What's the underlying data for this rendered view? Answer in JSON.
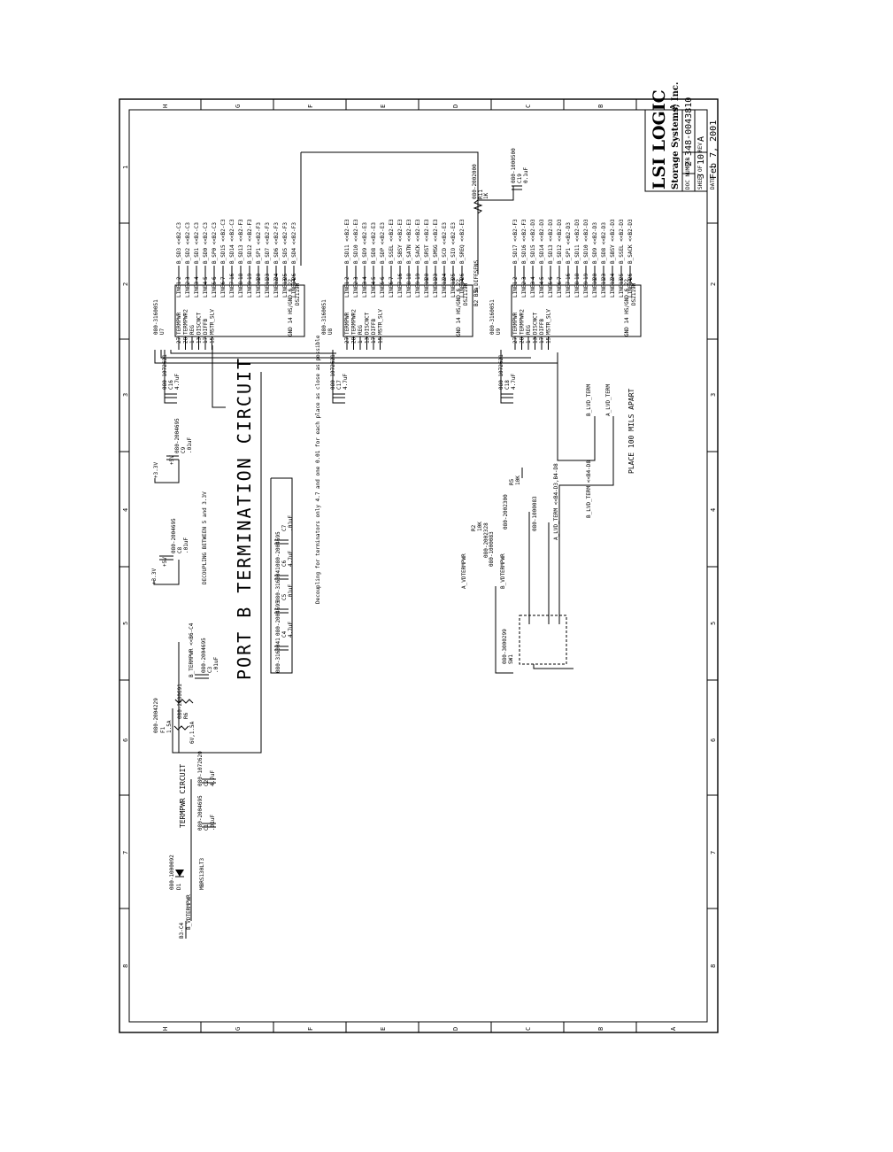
{
  "border": {
    "col_letters": [
      "H",
      "G",
      "F",
      "E",
      "D",
      "C",
      "B",
      "A"
    ],
    "row_numbers": [
      "1",
      "2",
      "3",
      "4",
      "5",
      "6",
      "7",
      "8"
    ]
  },
  "title_block": {
    "company": "LSI LOGIC",
    "subtitle": "Storage Systems, Inc.",
    "doc_number_label": "DOC NUMBER",
    "doc_number": "2-348-0043810",
    "rev_letter": "A",
    "sheet_label": "SHEET",
    "sheet_num": "3",
    "of_label": "OF",
    "sheet_total": "10",
    "rev_label": "REV",
    "rev": "A",
    "date_label": "DATE",
    "date": "Feb 7, 2001"
  },
  "headings": {
    "main": "PORT B TERMINATION CIRCUIT",
    "termpwr": "TERMPWR CIRCUIT",
    "decoupling": "DECOUPLING BETWEEN 5 and 3.3V",
    "place_note": "PLACE 100 MILS APART",
    "cap_note": "Decoupling for terminators only 4.7 and one 0.01 for each place as close as possible"
  },
  "terminators": [
    {
      "part": "080-3160051",
      "refdes": "U7",
      "pkg": "DS2119M",
      "gnd": "GND 14  HS/GND 6 22",
      "left_pins": [
        {
          "num": "27",
          "name": "TERMPWR"
        },
        {
          "num": "28",
          "name": "TERMPWR2"
        },
        {
          "num": "1",
          "name": "REG"
        },
        {
          "num": "13",
          "name": "DISCNCT"
        },
        {
          "num": "17",
          "name": "DIFFB"
        },
        {
          "num": "15",
          "name": "MSTR_SLV"
        }
      ],
      "right_pins": [
        {
          "num": "2",
          "name": "LINE1",
          "net": "B_SD3 <<B2-C3"
        },
        {
          "num": "3",
          "name": "LINE2",
          "net": "B_SD2 <<B2-C3"
        },
        {
          "num": "4",
          "name": "LINE3",
          "net": "B_SD1 <<B2-C3"
        },
        {
          "num": "5",
          "name": "LINE4",
          "net": "B_SD0 <<B2-C3"
        },
        {
          "num": "6",
          "name": "LINE5",
          "net": "B_SP0 <<B2-C3"
        },
        {
          "num": "7",
          "name": "LINE6",
          "net": "B_SD15 <<B2-C3"
        },
        {
          "num": "16",
          "name": "LINE7",
          "net": "B_SD14 <<B2-C3"
        },
        {
          "num": "18",
          "name": "LINE8",
          "net": "B_SD13 <<B2-F3"
        },
        {
          "num": "19",
          "name": "LINE9",
          "net": "B_SD12 <<B2-F3"
        },
        {
          "num": "20",
          "name": "LINE10",
          "net": "B_SP1 <<B2-F3"
        },
        {
          "num": "23",
          "name": "LINE11",
          "net": "B_SD7 <<B2-F3"
        },
        {
          "num": "24",
          "name": "LINE12",
          "net": "B_SD6 <<B2-F3"
        },
        {
          "num": "25",
          "name": "LINE13",
          "net": "B_SD5 <<B2-F3"
        },
        {
          "num": "26",
          "name": "LINE14",
          "net": "B_SD4 <<B2-F3"
        }
      ],
      "cap_part": "080-1072621",
      "cap_ref": "C16",
      "cap_val": "4.7uF"
    },
    {
      "part": "080-3160051",
      "refdes": "U8",
      "pkg": "DS2119M",
      "gnd": "GND 14  HS/GND 6 22",
      "left_pins": [
        {
          "num": "27",
          "name": "TERMPWR"
        },
        {
          "num": "28",
          "name": "TERMPWR2"
        },
        {
          "num": "1",
          "name": "REG"
        },
        {
          "num": "13",
          "name": "DISCNCT"
        },
        {
          "num": "17",
          "name": "DIFFB"
        },
        {
          "num": "15",
          "name": "MSTR_SLV"
        }
      ],
      "right_pins": [
        {
          "num": "2",
          "name": "LINE1",
          "net": "B_SD11 <<B2-E3"
        },
        {
          "num": "3",
          "name": "LINE2",
          "net": "B_SD10 <<B2-E3"
        },
        {
          "num": "4",
          "name": "LINE3",
          "net": "B_SD9 <<B2-E3"
        },
        {
          "num": "5",
          "name": "LINE4",
          "net": "B_SD8 <<B2-E3"
        },
        {
          "num": "6",
          "name": "LINE5",
          "net": "B_SDP <<B2-E3"
        },
        {
          "num": "7",
          "name": "LINE6",
          "net": "B_SSEL <<B2-E3"
        },
        {
          "num": "16",
          "name": "LINE7",
          "net": "B_SBSY <<B2-E3"
        },
        {
          "num": "18",
          "name": "LINE8",
          "net": "B_SATN <<B2-E3"
        },
        {
          "num": "19",
          "name": "LINE9",
          "net": "B_SACK <<B2-E3"
        },
        {
          "num": "20",
          "name": "LINE10",
          "net": "B_SRST <<B2-E3"
        },
        {
          "num": "23",
          "name": "LINE11",
          "net": "B_SMSG <<B2-E3"
        },
        {
          "num": "24",
          "name": "LINE12",
          "net": "B_SCD <<B2-E3"
        },
        {
          "num": "25",
          "name": "LINE13",
          "net": "B_SIO <<B2-E3"
        },
        {
          "num": "26",
          "name": "LINE14",
          "net": "B_SREQ <<B2-E3"
        }
      ],
      "cap_part": "080-1072621",
      "cap_ref": "C17",
      "cap_val": "4.7uF"
    },
    {
      "part": "080-3160051",
      "refdes": "U9",
      "pkg": "DS2119M",
      "gnd": "GND 14  HS/GND 6 22",
      "left_pins": [
        {
          "num": "27",
          "name": "TERMPWR"
        },
        {
          "num": "28",
          "name": "TERMPWR2"
        },
        {
          "num": "1",
          "name": "REG"
        },
        {
          "num": "13",
          "name": "DISCNCT"
        },
        {
          "num": "17",
          "name": "DIFFB"
        },
        {
          "num": "15",
          "name": "MSTR_SLV"
        }
      ],
      "right_pins": [
        {
          "num": "2",
          "name": "LINE1",
          "net": "B_SD17 <<B2-F3"
        },
        {
          "num": "3",
          "name": "LINE2",
          "net": "B_SD16 <<B2-F3"
        },
        {
          "num": "4",
          "name": "LINE3",
          "net": "B_SD15 <<B2-D3"
        },
        {
          "num": "5",
          "name": "LINE4",
          "net": "B_SD14 <<B2-D3"
        },
        {
          "num": "6",
          "name": "LINE5",
          "net": "B_SD13 <<B2-D3"
        },
        {
          "num": "7",
          "name": "LINE6",
          "net": "B_SD12 <<B2-D3"
        },
        {
          "num": "16",
          "name": "LINE7",
          "net": "B_SP1 <<B2-D3"
        },
        {
          "num": "18",
          "name": "LINE8",
          "net": "B_SD11 <<B2-D3"
        },
        {
          "num": "19",
          "name": "LINE9",
          "net": "B_SD10 <<B2-D3"
        },
        {
          "num": "20",
          "name": "LINE10",
          "net": "B_SD9 <<B2-D3"
        },
        {
          "num": "23",
          "name": "LINE11",
          "net": "B_SD8 <<B2-D3"
        },
        {
          "num": "24",
          "name": "LINE12",
          "net": "B_SBSY <<B2-D3"
        },
        {
          "num": "25",
          "name": "LINE13",
          "net": "B_SSEL <<B2-D3"
        },
        {
          "num": "26",
          "name": "LINE14",
          "net": "B_SACK <<B2-D3"
        }
      ],
      "cap_part": "080-1072621",
      "cap_ref": "C18",
      "cap_val": "4.7uF"
    }
  ],
  "components": {
    "r_top_part": "080-2002000",
    "r_top_ref": "R11",
    "r_top_val": "1K",
    "c_top_part": "080-1000500",
    "c_top_ref": "C19",
    "c_top_val": "0.1uF",
    "diffsens": "B_DIFFSENS",
    "diffsens_ref": "B2 B5a",
    "cap33_part": "080-2004695",
    "cap33_ref": "C9",
    "cap33_val": ".01uF",
    "v33": "+3.3V",
    "v5": "+5V",
    "cap5_part": "080-2004695",
    "cap5_ref": "C8",
    "cap5_val": ".01uF",
    "dec_caps": [
      {
        "part": "080-3160041",
        "ref": "C4",
        "val": "4.7uF"
      },
      {
        "part": "080-2004695",
        "ref": "C5",
        "val": ".01uF"
      },
      {
        "part": "080-3160041",
        "ref": "C6",
        "val": "4.7uF"
      },
      {
        "part": "080-2004695",
        "ref": "C7",
        "val": ".01uF"
      }
    ],
    "cap_left_part": "080-2004695",
    "cap_left_ref": "C3",
    "cap_left_val": ".01uF",
    "termpwr_net": "B_TERMPWR <<B6-C4",
    "fuse_part": "080-2004229",
    "fuse_ref": "F1",
    "fuse_val": "1.5A",
    "r6_part": "080-2000691",
    "r6_ref": "R6",
    "r6_val": "6V,1.5A",
    "c2_part": "080-1072620",
    "c2_ref": "C2",
    "c2_val": "4.7uF",
    "c1_part": "080-2004695",
    "c1_ref": "C1",
    "c1_val": ".01uF",
    "diode_part": "080-1000092",
    "diode_ref": "D1",
    "diode_val": "MBRS130LT3",
    "vdtermpwr": "B_VDTERMPWR",
    "vdtermpwr_ref": "B3-C4",
    "lvd_b": "B_LVD_TERM",
    "lvd_a": "A_LVD_TERM",
    "lvd_b_ref": "B_LVD_TERM <<B4-D8",
    "lvd_a_ref": "A_LVD_TERM <<B4-D3,B4-D8",
    "a_vdtermpwr": "A_VDTERMPWR",
    "b_vdtermpwr": "B_VDTERMPWR",
    "sw_part": "080-3000299",
    "sw_ref": "SW1",
    "r_sw_part": "080-2002328",
    "r_sw_ref": "R2",
    "r_sw_val": "10K",
    "d_sw1": "080-1000083",
    "d_sw2": "080-1000083",
    "r5_ref": "R5",
    "r5_val": "10K",
    "r5_part": "080-2002300"
  }
}
